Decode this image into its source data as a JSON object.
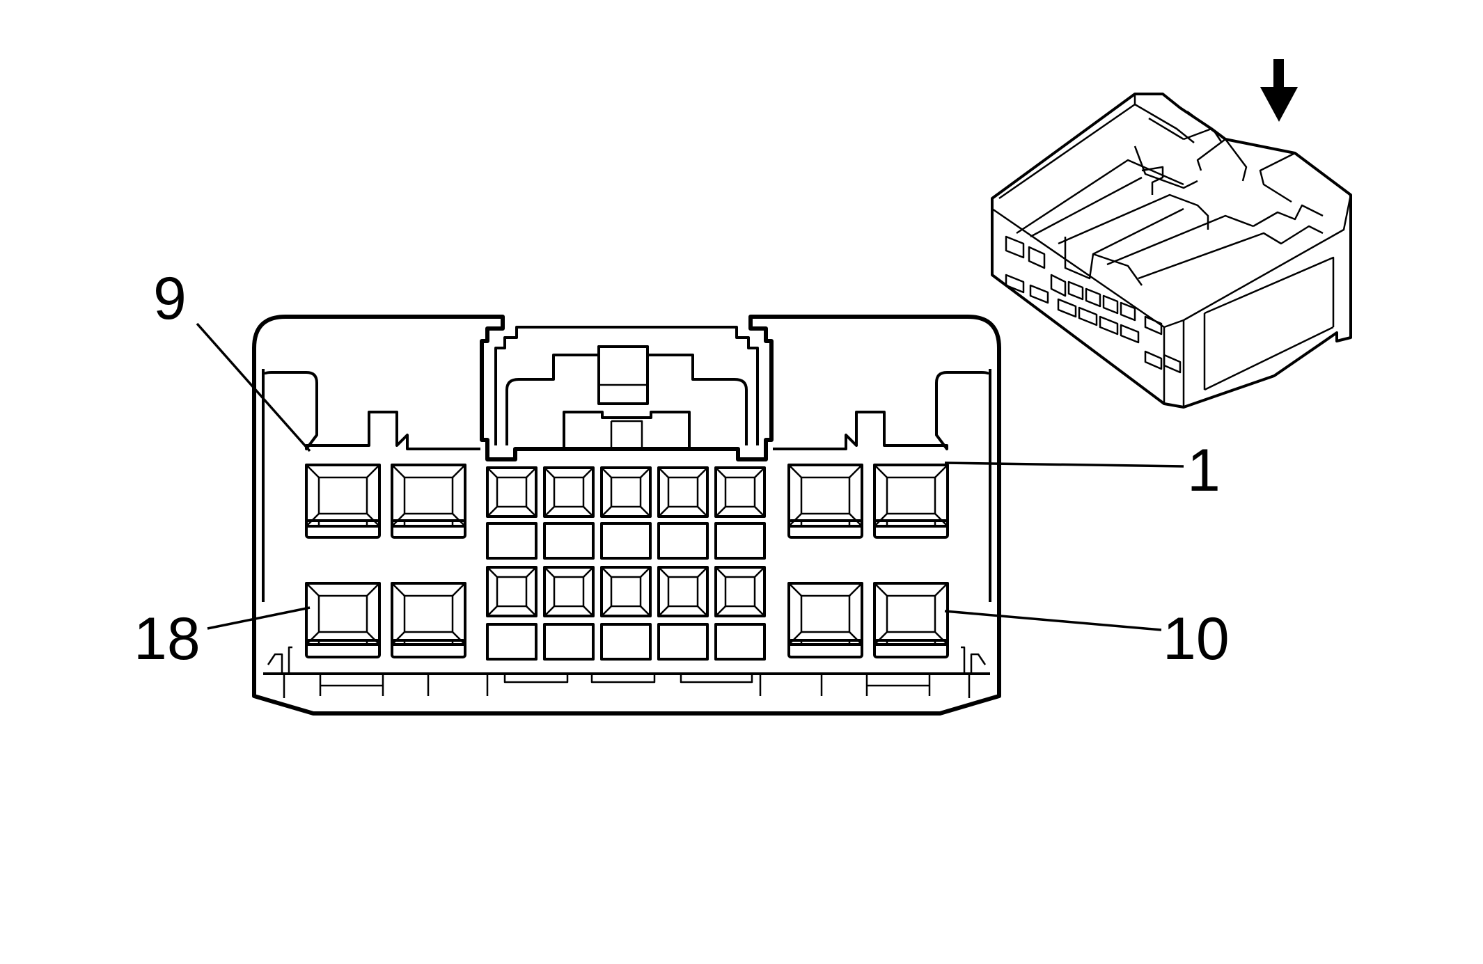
{
  "pin_labels": {
    "pin_9": "9",
    "pin_1": "1",
    "pin_18": "18",
    "pin_10": "10"
  },
  "icons": {
    "insertion_arrow": "arrow-down-icon",
    "connector_3d": "connector-isometric-icon"
  },
  "colors": {
    "line": "#000000",
    "background": "#ffffff"
  }
}
